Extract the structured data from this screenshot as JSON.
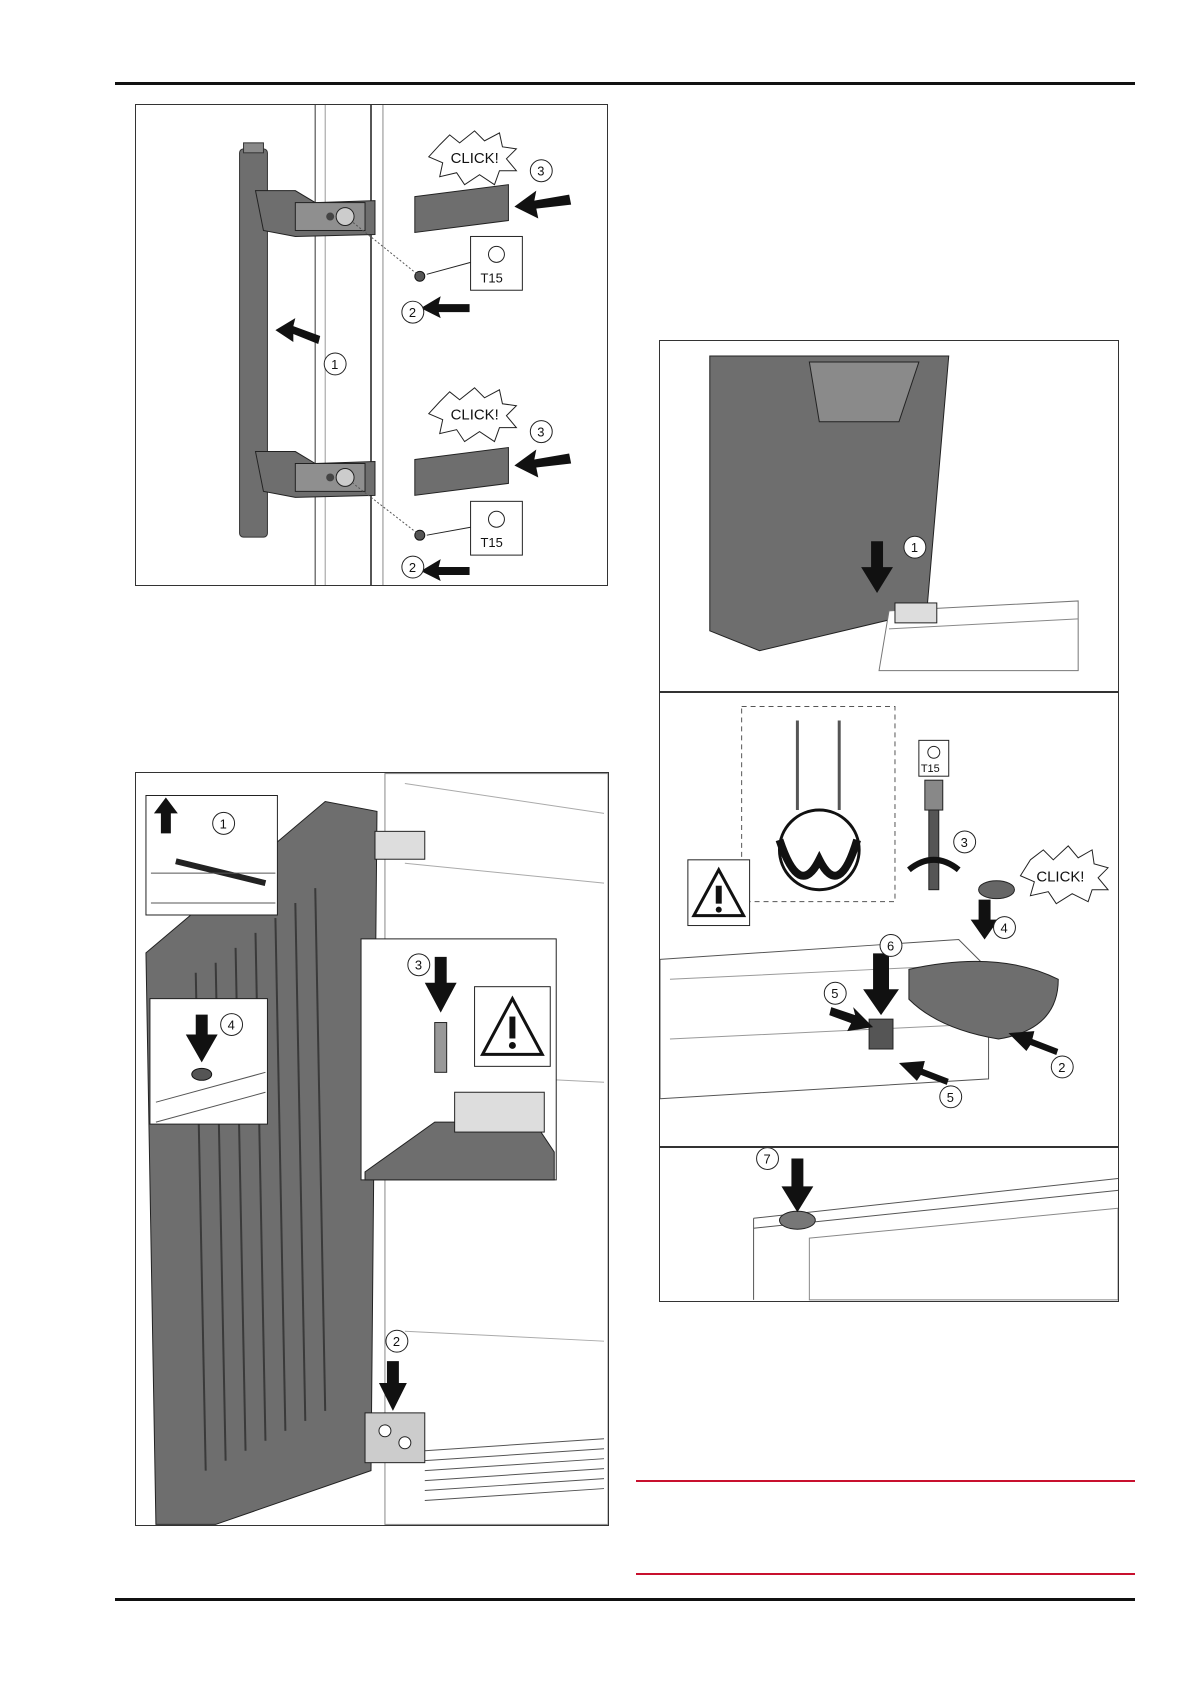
{
  "figures": {
    "handle": {
      "click_text": "CLICK!",
      "tool": "T15",
      "callouts": [
        "1",
        "2",
        "3"
      ]
    },
    "door_left": {
      "callouts": [
        "1",
        "2",
        "3",
        "4"
      ]
    },
    "door_right": {
      "click_text": "CLICK!",
      "tool": "T15",
      "callouts": [
        "1",
        "2",
        "3",
        "4",
        "5",
        "6",
        "7"
      ]
    }
  },
  "colors": {
    "rule": "#111111",
    "warning_rule": "#c8102e",
    "panel_gray": "#6e6e6e"
  }
}
